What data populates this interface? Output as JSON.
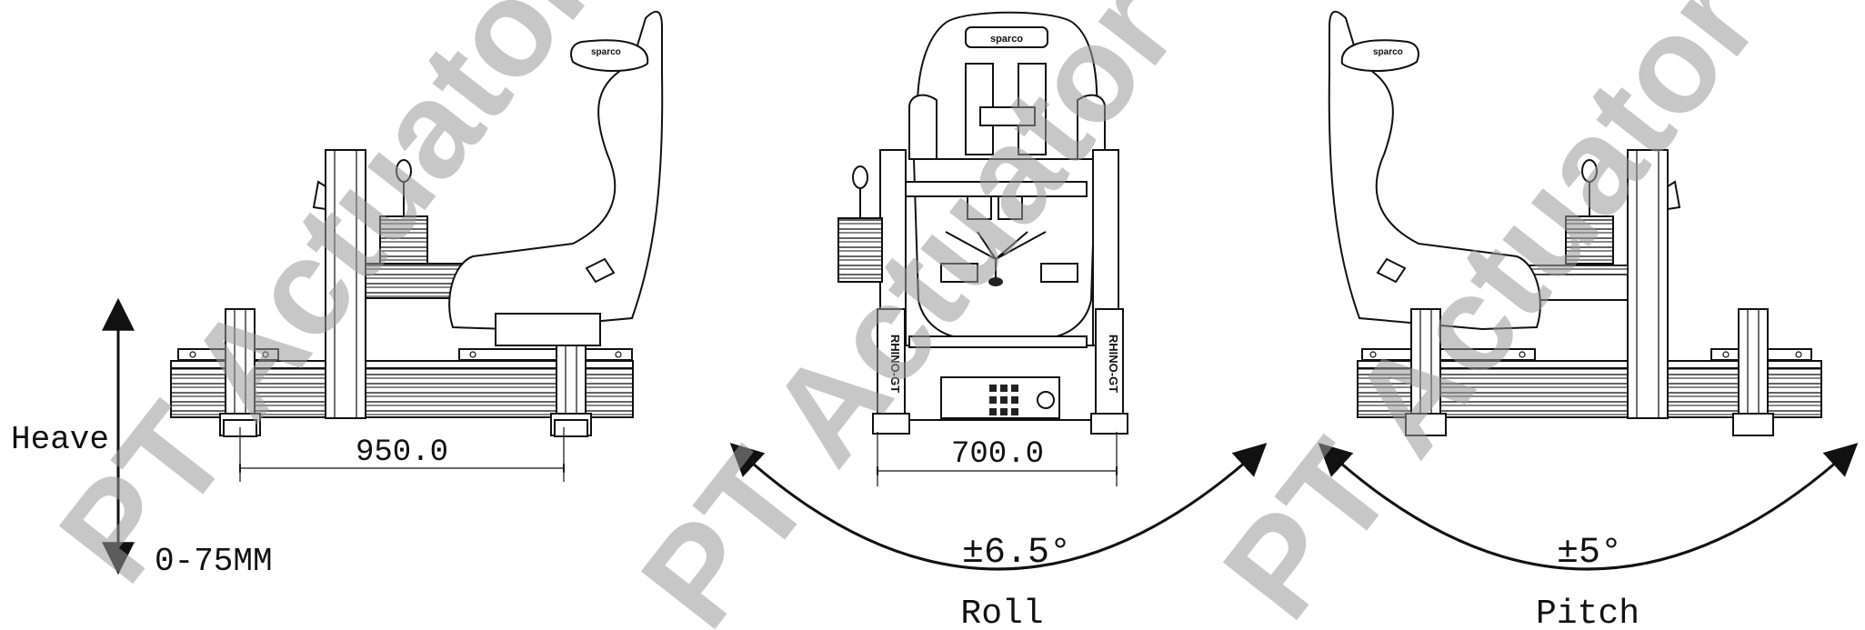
{
  "watermark": {
    "text": "PT Actuator"
  },
  "views": {
    "side": {
      "motion_label": "Heave",
      "range_label": "0-75MM",
      "dimension": "950.0"
    },
    "front": {
      "dimension": "700.0",
      "angle": "±6.5°",
      "motion_label": "Roll",
      "seat_brand": "sparco",
      "frame_brand": "RHINO-GT"
    },
    "rear": {
      "angle": "±5°",
      "motion_label": "Pitch",
      "seat_brand": "sparco"
    }
  }
}
